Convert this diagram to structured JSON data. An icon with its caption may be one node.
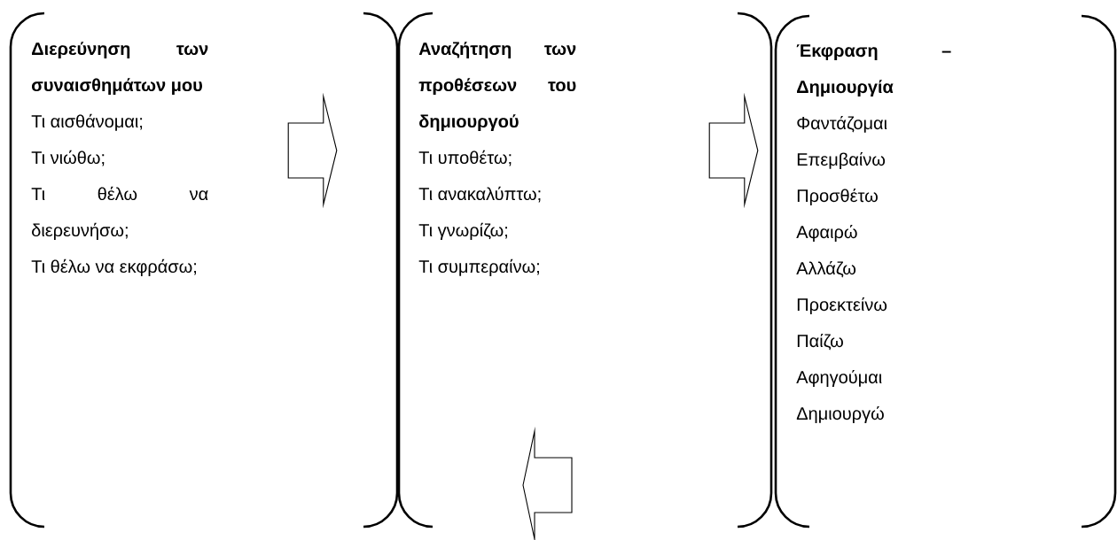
{
  "diagram": {
    "nodes": [
      {
        "text": [
          "Διερεύνηση των συναισθημάτων μου",
          "Τι αισθάνομαι;",
          "Τι νιώθω;",
          "Τι θέλω να διερευνήσω;",
          "Τι θέλω να εκφράσω;"
        ]
      },
      {
        "text": [
          "Αναζήτηση των προθέσεων του δημιουργού",
          "Τι υποθέτω;",
          "Τι ανακαλύπτω;",
          "Τι γνωρίζω;",
          "Τι συμπεραίνω;"
        ]
      },
      {
        "text": [
          "Έκφραση – Δημιουργία",
          "Φαντάζομαι",
          "Επεμβαίνω",
          "Προσθέτω",
          "Αφαιρώ",
          "Αλλάζω",
          "Προεκτείνω",
          "Παίζω",
          "Αφηγούμαι",
          "Δημιουργώ"
        ]
      }
    ],
    "edges": [
      {
        "from": 0,
        "to": 1,
        "arrow": "to"
      },
      {
        "from": 1,
        "to": 2,
        "arrow": "to"
      }
    ]
  }
}
